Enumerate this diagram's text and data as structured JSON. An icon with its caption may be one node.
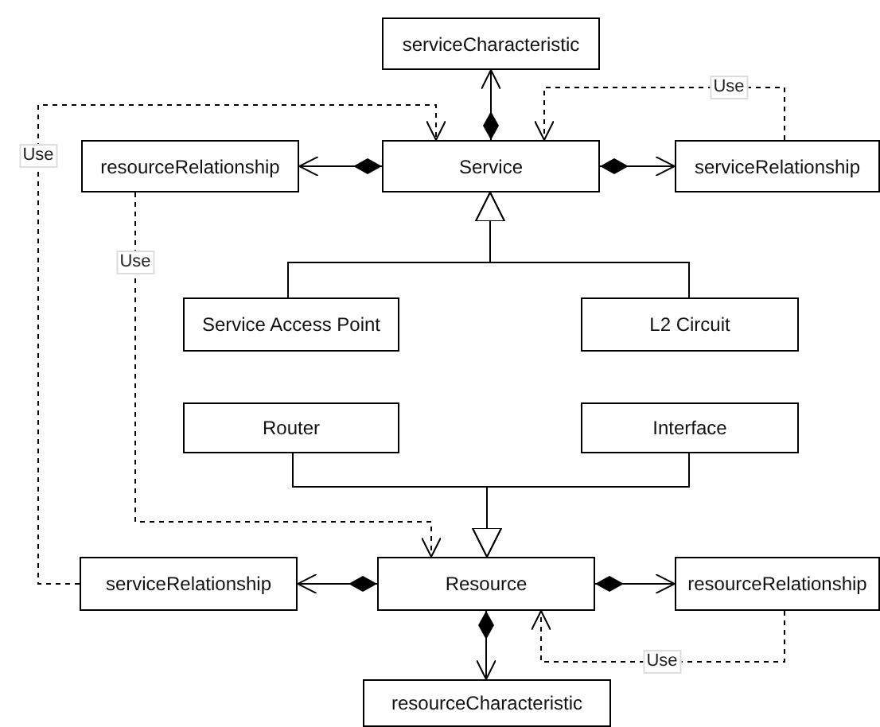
{
  "diagram": {
    "nodes": [
      {
        "text": [
          "serviceCharacteristic"
        ]
      },
      {
        "text": [
          "resourceRelationship"
        ]
      },
      {
        "text": [
          "Service"
        ]
      },
      {
        "text": [
          "serviceRelationship"
        ]
      },
      {
        "text": [
          "Service Access Point"
        ]
      },
      {
        "text": [
          "L2 Circuit"
        ]
      },
      {
        "text": [
          "Router"
        ]
      },
      {
        "text": [
          "Interface"
        ]
      },
      {
        "text": [
          "serviceRelationship"
        ]
      },
      {
        "text": [
          "Resource"
        ]
      },
      {
        "text": [
          "resourceRelationship"
        ]
      },
      {
        "text": [
          "resourceCharacteristic"
        ]
      }
    ],
    "edges": [
      {
        "from": 2,
        "to": 0,
        "arrow": "to"
      },
      {
        "from": 2,
        "to": 1,
        "arrow": "to"
      },
      {
        "from": 2,
        "to": 3,
        "arrow": "to"
      },
      {
        "from": 3,
        "to": 2,
        "arrow": "to",
        "label": "Use",
        "style": "dashed"
      },
      {
        "from": 8,
        "to": 2,
        "arrow": "to",
        "label": "Use",
        "style": "dashed"
      },
      {
        "from": 1,
        "to": 9,
        "arrow": "to",
        "label": "Use",
        "style": "dashed"
      },
      {
        "from": 10,
        "to": 9,
        "arrow": "to",
        "label": "Use",
        "style": "dashed"
      },
      {
        "from": 4,
        "to": 2,
        "arrow": "to"
      },
      {
        "from": 5,
        "to": 2,
        "arrow": "to"
      },
      {
        "from": 6,
        "to": 9,
        "arrow": "to"
      },
      {
        "from": 7,
        "to": 9,
        "arrow": "to"
      },
      {
        "from": 9,
        "to": 8,
        "arrow": "to"
      },
      {
        "from": 9,
        "to": 10,
        "arrow": "to"
      },
      {
        "from": 9,
        "to": 11,
        "arrow": "to"
      }
    ]
  }
}
